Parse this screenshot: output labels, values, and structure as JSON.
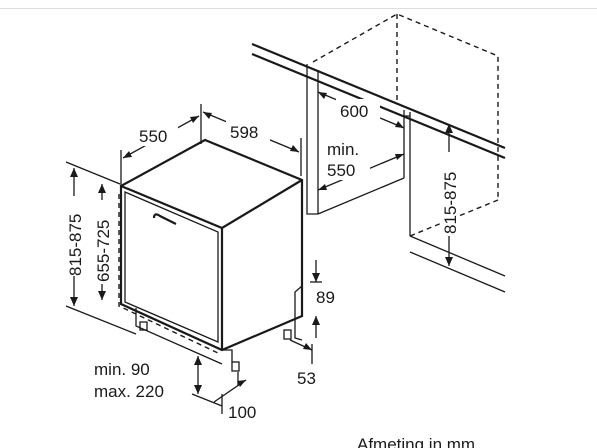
{
  "labels": {
    "depth": "550",
    "width": "598",
    "niche_width": "600",
    "niche_depth_line1": "min.",
    "niche_depth_line2": "550",
    "niche_height": "815-875",
    "height_outer": "815-875",
    "height_inner": "655-725",
    "plinth_height": "89",
    "foot_offset": "53",
    "plinth_min": "min. 90",
    "plinth_max": "max. 220",
    "foot_depth": "100",
    "caption": "Afmeting in mm"
  },
  "colors": {
    "line": "#1a1a1a",
    "background": "#ffffff"
  }
}
